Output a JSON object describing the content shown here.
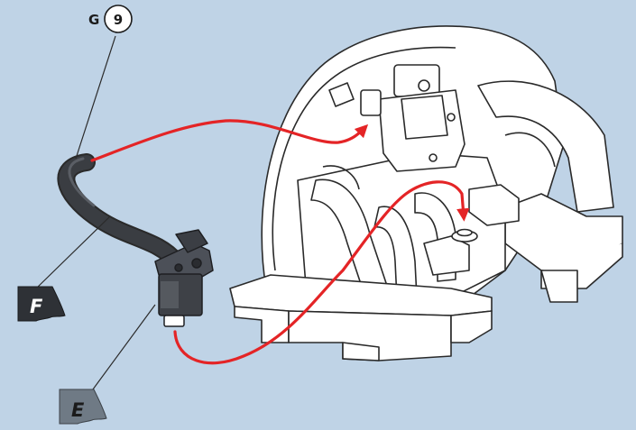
{
  "callout": {
    "group_letter": "G",
    "step_number": "9"
  },
  "flags": [
    {
      "letter": "F",
      "fill": "#2e3136"
    },
    {
      "letter": "E",
      "fill": "#6f7a85"
    }
  ],
  "colors": {
    "background": "#bfd3e6",
    "route_arrow": "#e42426",
    "hose": "#3a3d42",
    "outline": "#2a2a2a",
    "part_fill": "#ffffff"
  },
  "icons": [
    "engine-assembly-icon",
    "rubber-hose-icon",
    "valve-unit-icon",
    "route-arrow-icon",
    "flag-icon"
  ]
}
